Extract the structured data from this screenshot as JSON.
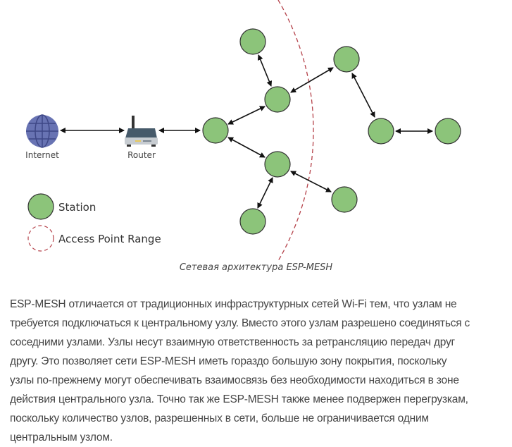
{
  "diagram": {
    "labels": {
      "internet": "Internet",
      "router": "Router"
    },
    "legend": {
      "station": "Station",
      "range": "Access Point Range"
    },
    "colors": {
      "station_fill": "#8cc47a",
      "station_stroke": "#333333",
      "range": "#b5424a",
      "globe": "#6873b3"
    },
    "caption": "Сетевая архитектура ESP-MESH"
  },
  "paragraph": {
    "lines": [
      "ESP-MESH отличается от традиционных инфраструктурных сетей Wi-Fi тем, что узлам не",
      "требуется подключаться к центральному узлу. Вместо этого узлам разрешено соединяться с",
      "соседними узлами. Узлы несут взаимную ответственность за ретрансляцию передач друг",
      "другу. Это позволяет сети ESP-MESH иметь гораздо большую зону покрытия, поскольку",
      "узлы по-прежнему могут обеспечивать взаимосвязь без необходимости находиться в зоне",
      "действия центрального узла. Точно так же ESP-MESH также менее подвержен перегрузкам,",
      "поскольку количество узлов, разрешенных в сети, больше не ограничивается одним",
      "центральным узлом."
    ]
  }
}
